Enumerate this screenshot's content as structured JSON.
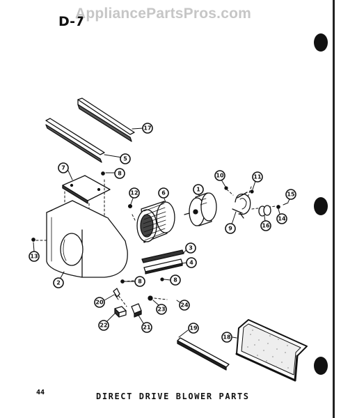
{
  "header": {
    "page_code": "D-7",
    "watermark": "AppliancePartsPros.com"
  },
  "footer": {
    "page_number": "44",
    "caption": "DIRECT DRIVE BLOWER PARTS"
  },
  "callouts": [
    "17",
    "5",
    "7",
    "8",
    "12",
    "6",
    "1",
    "10",
    "11",
    "15",
    "9",
    "16",
    "14",
    "13",
    "2",
    "3",
    "4",
    "8",
    "8",
    "20",
    "23",
    "24",
    "22",
    "21",
    "19",
    "18"
  ]
}
